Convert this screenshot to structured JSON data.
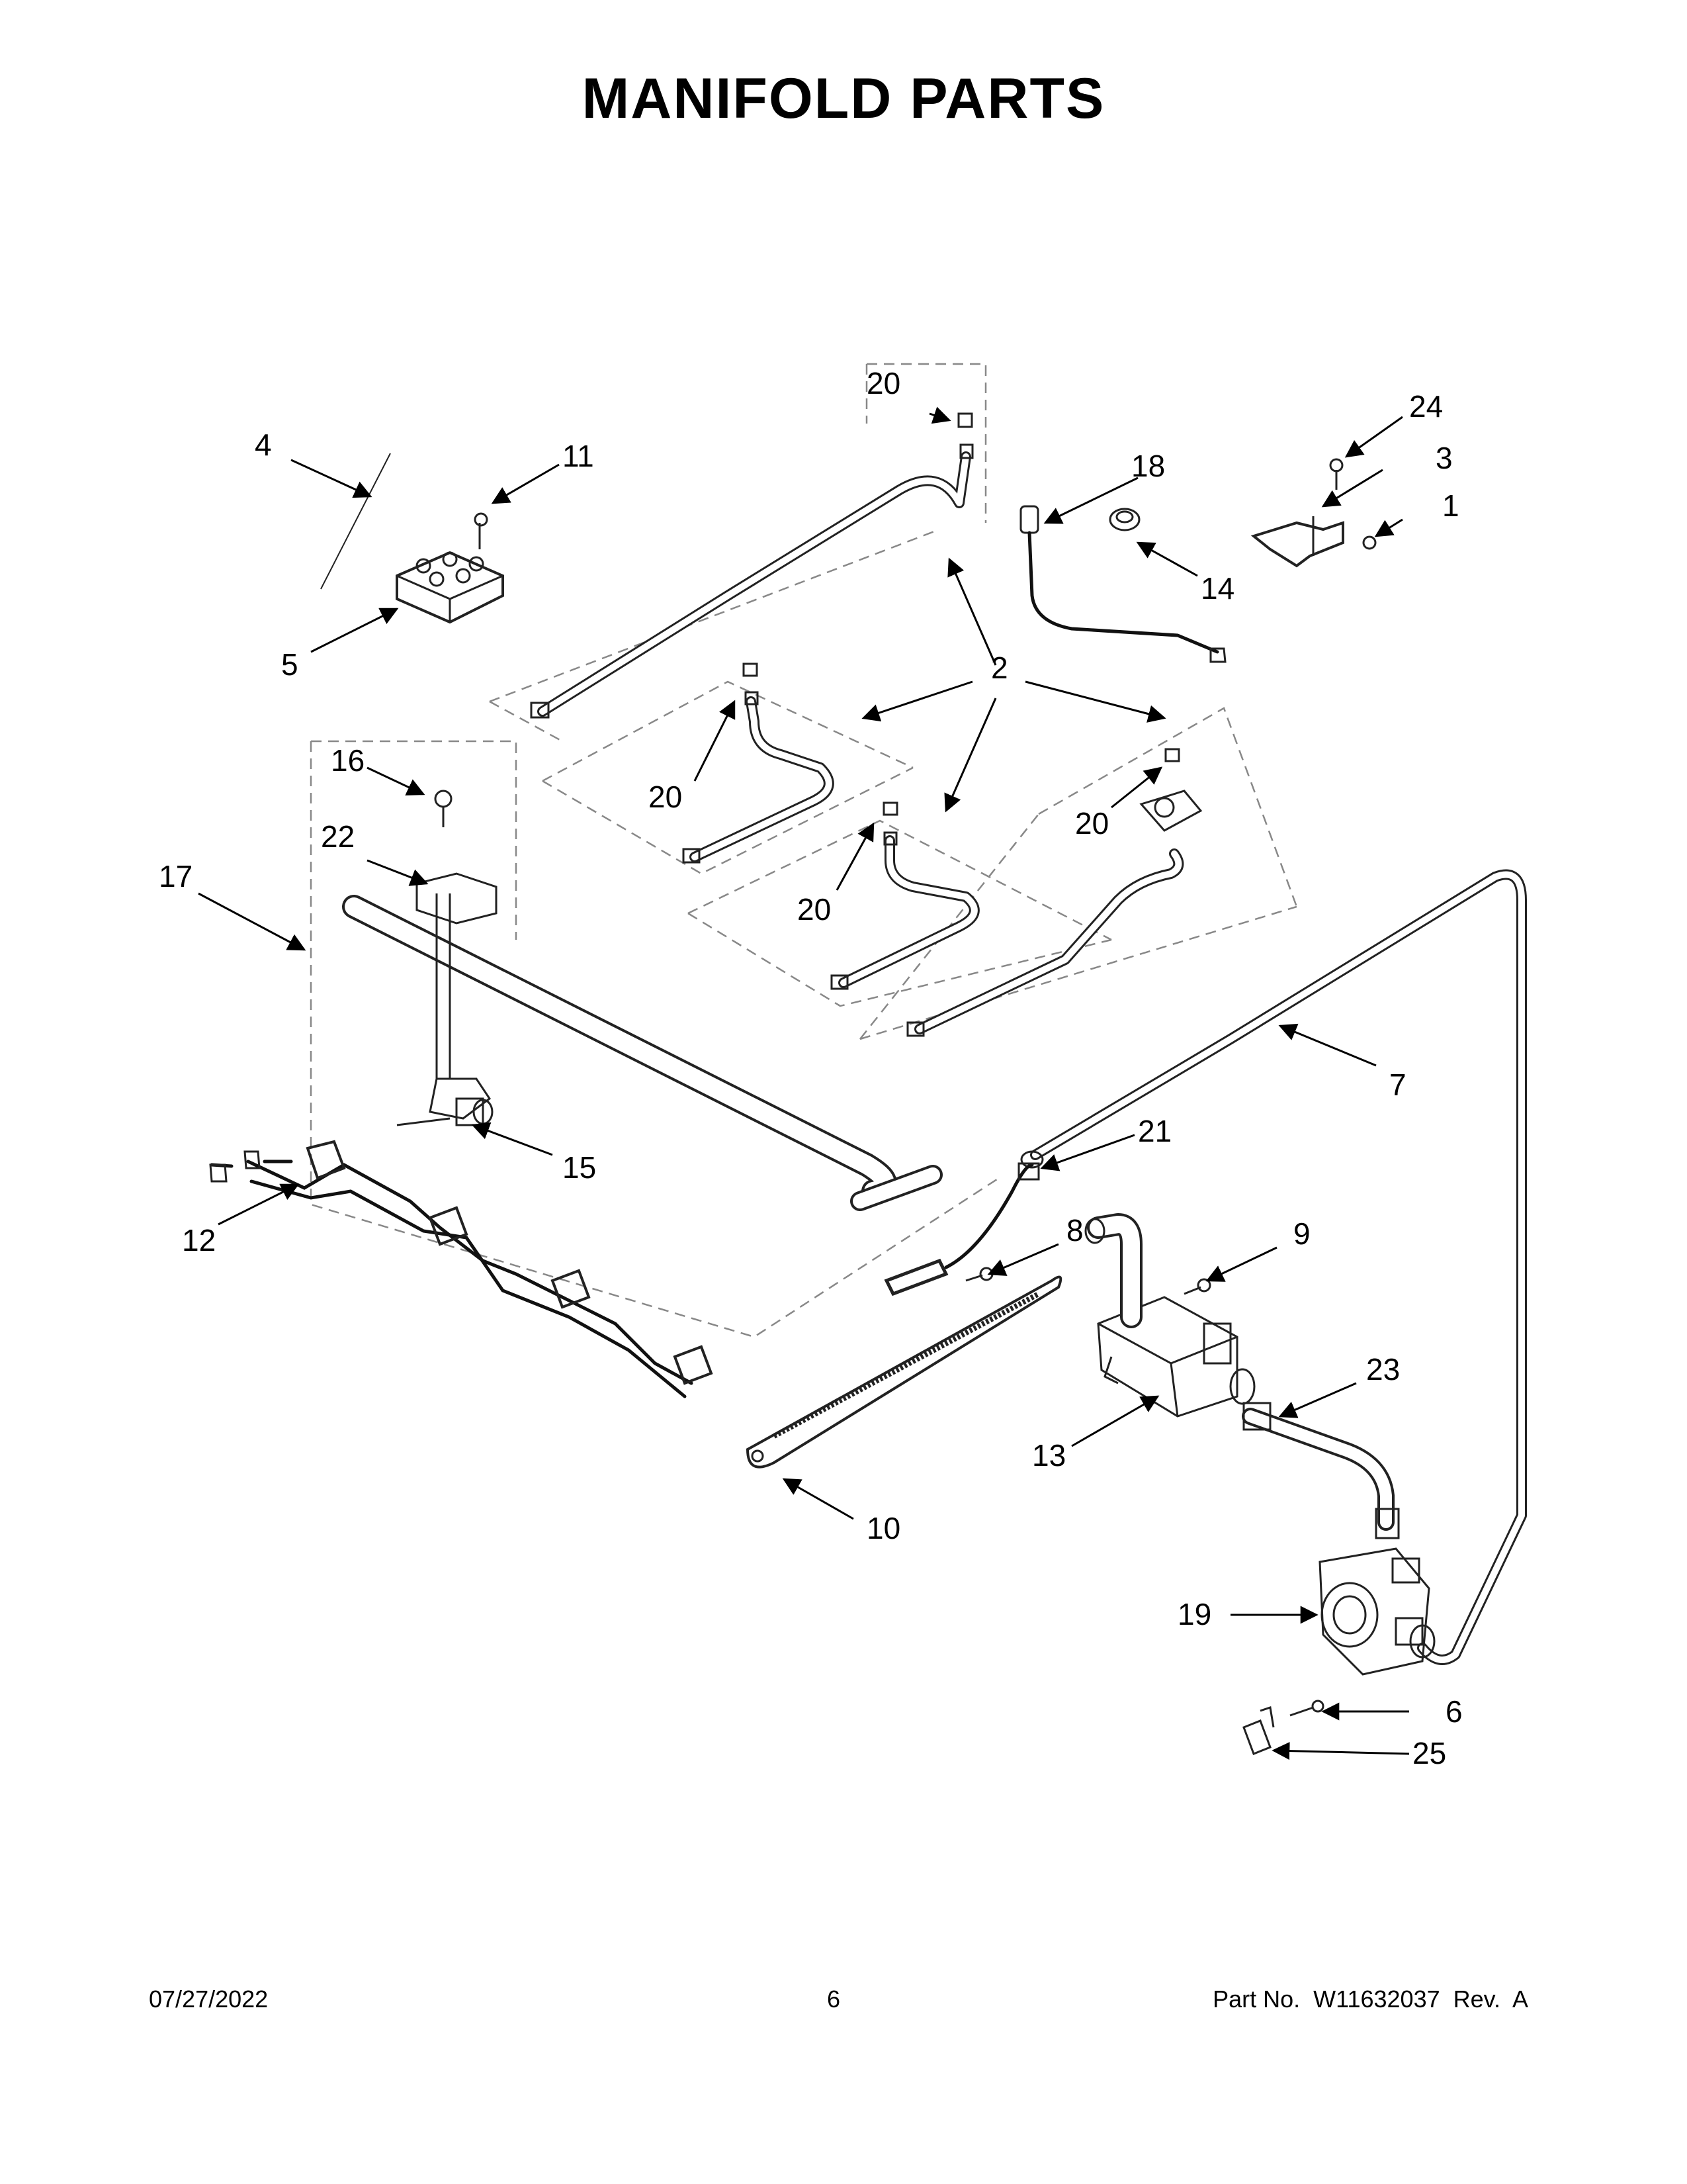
{
  "title": "MANIFOLD PARTS",
  "callouts": {
    "c1": "1",
    "c2": "2",
    "c3": "3",
    "c4": "4",
    "c5": "5",
    "c6": "6",
    "c7": "7",
    "c8": "8",
    "c9": "9",
    "c10": "10",
    "c11": "11",
    "c12": "12",
    "c13": "13",
    "c14": "14",
    "c15": "15",
    "c16": "16",
    "c17": "17",
    "c18": "18",
    "c19": "19",
    "c20": "20",
    "c21": "21",
    "c22": "22",
    "c23": "23",
    "c24": "24",
    "c25": "25"
  },
  "footer": {
    "date": "07/27/2022",
    "page": "6",
    "part_no": "Part No.  W11632037  Rev.  A"
  }
}
